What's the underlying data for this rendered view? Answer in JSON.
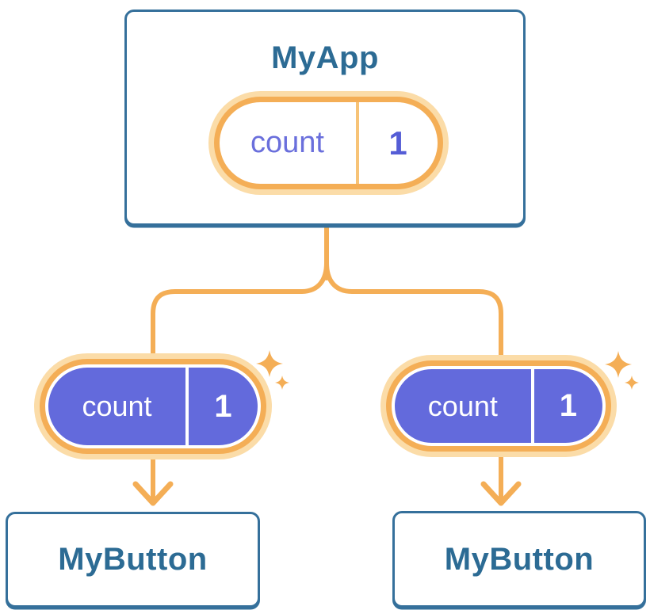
{
  "diagram": {
    "type": "component-tree",
    "root": {
      "title": "MyApp",
      "state": {
        "label": "count",
        "value": "1"
      }
    },
    "children": [
      {
        "title": "MyButton",
        "prop": {
          "label": "count",
          "value": "1"
        }
      },
      {
        "title": "MyButton",
        "prop": {
          "label": "count",
          "value": "1"
        }
      }
    ],
    "icons": {
      "sparkle": "four-point-star",
      "arrow": "arrow-down-chevron"
    },
    "colors": {
      "card_border": "#35709B",
      "card_text": "#2C6B94",
      "accent_orange": "#F4AE56",
      "accent_orange_light": "#FBDCA8",
      "divider_orange": "#F7C377",
      "purple_fill": "#636ADC",
      "purple_text": "#6A6FDC",
      "purple_value": "#555DD6"
    }
  }
}
